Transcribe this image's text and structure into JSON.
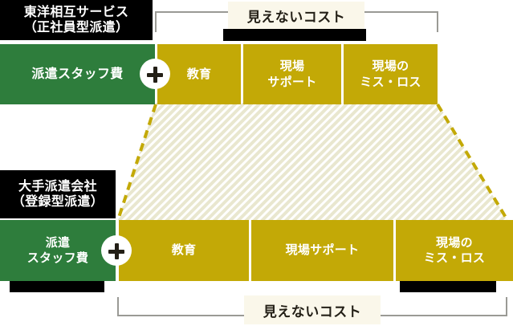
{
  "colors": {
    "green": "#2E7D3C",
    "gold": "#C3A906",
    "hatch_fill": "#e8e6cd",
    "hatch_stripe": "#ffffff",
    "label_bg": "#faf7ea",
    "black": "#000000",
    "bracket_gray": "#9a9a95",
    "white": "#ffffff"
  },
  "brackets": {
    "top": {
      "label": "見えないコスト"
    },
    "bottom": {
      "label": "見えないコスト"
    }
  },
  "rows": [
    {
      "id": "toyo",
      "plate": {
        "line1": "東洋相互サービス",
        "line2": "（正社員型派遣）"
      },
      "staff_cost": {
        "line1": "派遣スタッフ費"
      },
      "operator": "+",
      "cells": [
        {
          "line1": "教育",
          "line2": ""
        },
        {
          "line1": "現場",
          "line2": "サポート"
        },
        {
          "line1": "現場の",
          "line2": "ミス・ロス"
        }
      ]
    },
    {
      "id": "major",
      "plate": {
        "line1": "大手派遣会社",
        "line2": "（登録型派遣）"
      },
      "staff_cost": {
        "line1": "派遣",
        "line2": "スタッフ費"
      },
      "operator": "+",
      "cells": [
        {
          "line1": "教育",
          "line2": ""
        },
        {
          "line1": "現場サポート",
          "line2": ""
        },
        {
          "line1": "現場の",
          "line2": "ミス・ロス"
        }
      ]
    }
  ]
}
